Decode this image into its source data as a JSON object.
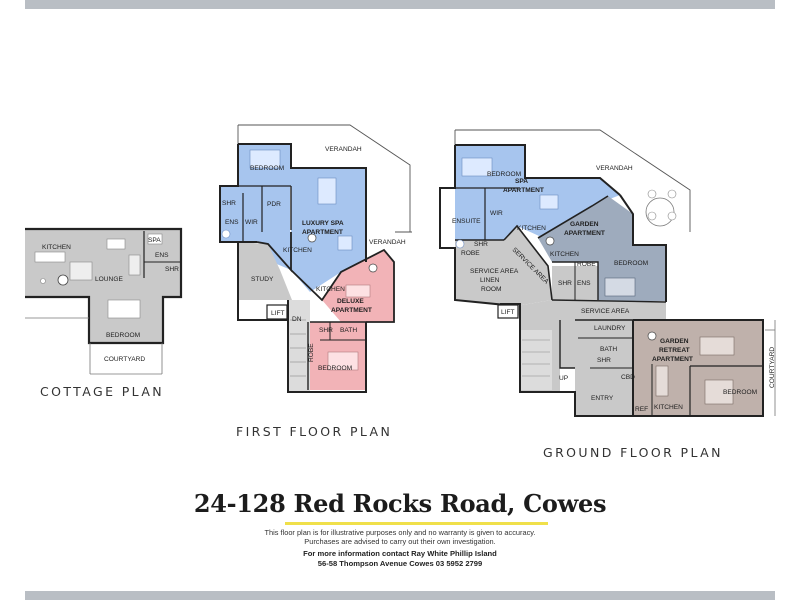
{
  "plans": {
    "cottage": {
      "title": "COTTAGE PLAN",
      "rooms": {
        "kitchen": "KITCHEN",
        "lounge": "LOUNGE",
        "spa": "SPA",
        "ens": "ENS",
        "shr": "SHR",
        "bedroom": "BEDROOM",
        "courtyard": "COURTYARD"
      }
    },
    "first_floor": {
      "title": "FIRST FLOOR PLAN",
      "rooms": {
        "verandah_top": "VERANDAH",
        "bedroom_top": "BEDROOM",
        "shr": "SHR",
        "pdr": "PDR",
        "ens": "ENS",
        "wir": "WIR",
        "luxury_spa_1": "LUXURY SPA",
        "luxury_spa_2": "APARTMENT",
        "kitchen": "KITCHEN",
        "verandah_side": "VERANDAH",
        "study": "STUDY",
        "lift": "LIFT",
        "dn": "DN",
        "kitchen2": "KITCHEN",
        "deluxe_1": "DELUXE",
        "deluxe_2": "APARTMENT",
        "shr2": "SHR",
        "bath": "BATH",
        "robe": "ROBE",
        "bedroom_bottom": "BEDROOM"
      }
    },
    "ground_floor": {
      "title": "GROUND FLOOR PLAN",
      "rooms": {
        "verandah": "VERANDAH",
        "bedroom_spa": "BEDROOM",
        "spa_1": "SPA",
        "spa_2": "APARTMENT",
        "ensuite": "ENSUITE",
        "wir": "WIR",
        "kitchen_spa": "KITCHEN",
        "garden_1": "GARDEN",
        "garden_2": "APARTMENT",
        "robe1": "ROBE",
        "shr1": "SHR",
        "service_area_diag": "SERVICE AREA",
        "kitchen_garden": "KITCHEN",
        "robe2": "ROBE",
        "bedroom_garden": "BEDROOM",
        "shr2": "SHR",
        "ens": "ENS",
        "service_linen_1": "SERVICE AREA",
        "service_linen_2": "LINEN",
        "service_linen_3": "ROOM",
        "lift": "LIFT",
        "service_area": "SERVICE AREA",
        "laundry": "LAUNDRY",
        "garden_retreat_1": "GARDEN",
        "garden_retreat_2": "RETREAT",
        "garden_retreat_3": "APARTMENT",
        "bath": "BATH",
        "shr3": "SHR",
        "up": "UP",
        "cbd": "CBD",
        "entry": "ENTRY",
        "ref": "REF",
        "kitchen_retreat": "KITCHEN",
        "bedroom_retreat": "BEDROOM",
        "courtyard": "COURTYARD"
      }
    }
  },
  "colors": {
    "blue": "#a7c5ee",
    "grey": "#c9c9c9",
    "pink": "#f2b3b7",
    "slate": "#9eabbd",
    "taupe": "#bfb1ab",
    "yellow": "#f0e04a"
  },
  "footer": {
    "address": "24-128 Red Rocks Road, Cowes",
    "disclaimer_1": "This floor plan is for illustrative purposes only and no warranty is given to accuracy.",
    "disclaimer_2": "Purchases are advised to carry out their own investigation.",
    "contact_1": "For more information contact Ray White Phillip Island",
    "contact_2": "56-58 Thompson Avenue Cowes   03 5952 2799"
  }
}
